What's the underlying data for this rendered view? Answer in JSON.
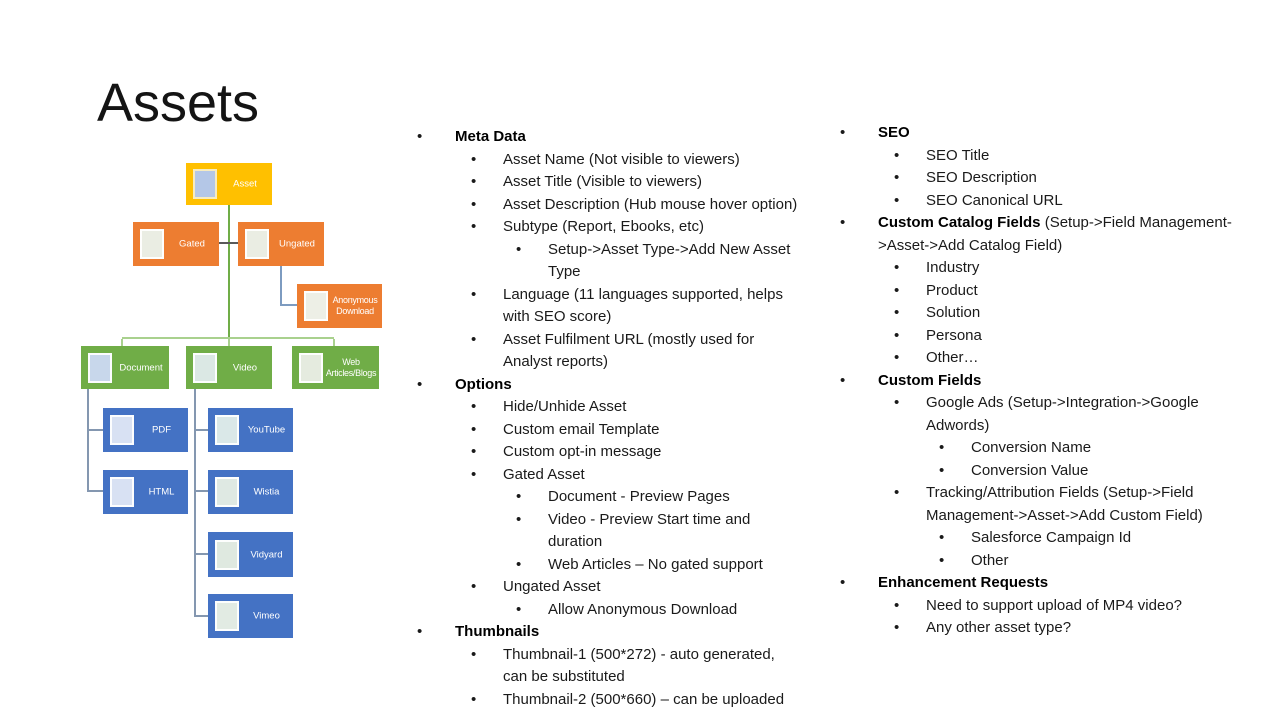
{
  "slide": {
    "title": "Assets",
    "background": "#FFFFFF"
  },
  "diagram": {
    "nodes": {
      "asset": {
        "label": "Asset",
        "fill": "#FFC000",
        "placeholder_fill": "#B4C7E7"
      },
      "gated": {
        "label": "Gated",
        "fill": "#ED7D31",
        "placeholder_fill": "#EAEDE3"
      },
      "ungated": {
        "label": "Ungated",
        "fill": "#ED7D31",
        "placeholder_fill": "#EAEDE3"
      },
      "anonymous_download": {
        "label": "Anonymous Download",
        "fill": "#ED7D31",
        "placeholder_fill": "#EDEFE6"
      },
      "document": {
        "label": "Document",
        "fill": "#70AD47",
        "placeholder_fill": "#C8D7EB"
      },
      "video": {
        "label": "Video",
        "fill": "#70AD47",
        "placeholder_fill": "#DBE8E4"
      },
      "web_articles": {
        "label": "Web Articles/Blogs",
        "fill": "#70AD47",
        "placeholder_fill": "#E5EBDF"
      },
      "pdf": {
        "label": "PDF",
        "fill": "#4472C4",
        "placeholder_fill": "#D8E1F3"
      },
      "html": {
        "label": "HTML",
        "fill": "#4472C4",
        "placeholder_fill": "#D8E1F3"
      },
      "youtube": {
        "label": "YouTube",
        "fill": "#4472C4",
        "placeholder_fill": "#DAE8E8"
      },
      "wistia": {
        "label": "Wistia",
        "fill": "#4472C4",
        "placeholder_fill": "#DFE9E3"
      },
      "vidyard": {
        "label": "Vidyard",
        "fill": "#4472C4",
        "placeholder_fill": "#DFE9E0"
      },
      "vimeo": {
        "label": "Vimeo",
        "fill": "#4472C4",
        "placeholder_fill": "#E2EBE3"
      }
    },
    "connector_colors": {
      "trunk": "#70AD47",
      "rail": "#A9D18E",
      "sibling": "#595959",
      "ungated_child": "#7D9BC0",
      "children": "#8497B0"
    }
  },
  "outline_middle": {
    "items": [
      {
        "level": 1,
        "lead": "Meta Data",
        "text": ""
      },
      {
        "level": 2,
        "lead": "",
        "text": "Asset Name (Not visible to viewers)"
      },
      {
        "level": 2,
        "lead": "",
        "text": "Asset Title (Visible to viewers)"
      },
      {
        "level": 2,
        "lead": "",
        "text": "Asset Description (Hub mouse hover option)"
      },
      {
        "level": 2,
        "lead": "",
        "text": "Subtype (Report, Ebooks, etc)"
      },
      {
        "level": 3,
        "lead": "",
        "text": "Setup->Asset Type->Add New Asset\nType"
      },
      {
        "level": 2,
        "lead": "",
        "text": "Language (11 languages supported, helps\nwith SEO score)"
      },
      {
        "level": 2,
        "lead": "",
        "text": "Asset Fulfilment URL (mostly used for\nAnalyst reports)"
      },
      {
        "level": 1,
        "lead": "Options",
        "text": ""
      },
      {
        "level": 2,
        "lead": "",
        "text": "Hide/Unhide Asset"
      },
      {
        "level": 2,
        "lead": "",
        "text": "Custom email Template"
      },
      {
        "level": 2,
        "lead": "",
        "text": "Custom opt-in message"
      },
      {
        "level": 2,
        "lead": "",
        "text": "Gated Asset"
      },
      {
        "level": 3,
        "lead": "",
        "text": "Document - Preview Pages"
      },
      {
        "level": 3,
        "lead": "",
        "text": "Video - Preview Start time and\nduration"
      },
      {
        "level": 3,
        "lead": "",
        "text": "Web Articles – No gated support"
      },
      {
        "level": 2,
        "lead": "",
        "text": "Ungated Asset"
      },
      {
        "level": 3,
        "lead": "",
        "text": "Allow Anonymous Download"
      },
      {
        "level": 1,
        "lead": "Thumbnails",
        "text": ""
      },
      {
        "level": 2,
        "lead": "",
        "text": "Thumbnail-1 (500*272) - auto generated,\ncan be substituted"
      },
      {
        "level": 2,
        "lead": "",
        "text": "Thumbnail-2 (500*660) – can be uploaded"
      }
    ]
  },
  "outline_right": {
    "items": [
      {
        "level": 1,
        "lead": "SEO",
        "text": ""
      },
      {
        "level": 2,
        "lead": "",
        "text": "SEO Title"
      },
      {
        "level": 2,
        "lead": "",
        "text": "SEO Description"
      },
      {
        "level": 2,
        "lead": "",
        "text": "SEO Canonical URL"
      },
      {
        "level": 1,
        "lead": "Custom Catalog Fields",
        "text": " (Setup->Field Management-\n>Asset->Add Catalog Field)"
      },
      {
        "level": 2,
        "lead": "",
        "text": "Industry"
      },
      {
        "level": 2,
        "lead": "",
        "text": "Product"
      },
      {
        "level": 2,
        "lead": "",
        "text": "Solution"
      },
      {
        "level": 2,
        "lead": "",
        "text": "Persona"
      },
      {
        "level": 2,
        "lead": "",
        "text": "Other…"
      },
      {
        "level": 1,
        "lead": "Custom Fields",
        "text": ""
      },
      {
        "level": 2,
        "lead": "",
        "text": "Google Ads (Setup->Integration->Google\nAdwords)"
      },
      {
        "level": 3,
        "lead": "",
        "text": "Conversion Name"
      },
      {
        "level": 3,
        "lead": "",
        "text": "Conversion Value"
      },
      {
        "level": 2,
        "lead": "",
        "text": "Tracking/Attribution Fields (Setup->Field\nManagement->Asset->Add Custom Field)"
      },
      {
        "level": 3,
        "lead": "",
        "text": "Salesforce Campaign Id"
      },
      {
        "level": 3,
        "lead": "",
        "text": "Other"
      },
      {
        "level": 1,
        "lead": "Enhancement Requests",
        "text": ""
      },
      {
        "level": 2,
        "lead": "",
        "text": "Need to support upload of MP4 video?"
      },
      {
        "level": 2,
        "lead": "",
        "text": "Any other asset type?"
      }
    ]
  }
}
